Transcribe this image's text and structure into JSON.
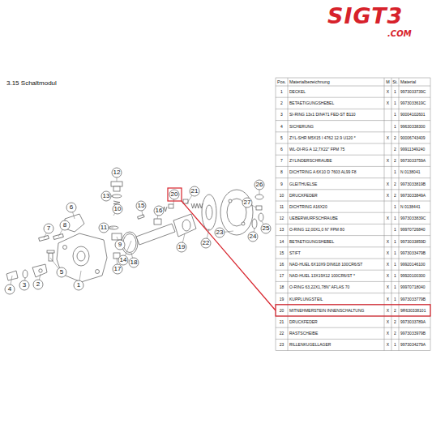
{
  "diagram": {
    "title": "3.15 Schaltmodul",
    "labels": [
      "SIGT3",
      ".COM",
      "1",
      "2",
      "3",
      "4",
      "5",
      "6",
      "7",
      "8",
      "9",
      "10",
      "11",
      "12",
      "13",
      "14",
      "15",
      "16",
      "17",
      "18",
      "19",
      "20",
      "21",
      "22",
      "23",
      "24",
      "25",
      "26",
      "27",
      "Pos.",
      "Materialbezeichnung",
      "M",
      "St.",
      "Material",
      "1",
      "DECKEL",
      "X",
      "1",
      "9973033739C",
      "2",
      "BETAETIGUNGSHEBEL",
      "X",
      "1",
      "9973033619C",
      "3",
      "SI-RING 13x1 DIN471 FED-ST B110",
      "1",
      "90004102601",
      "4",
      "SICHERUNG",
      "1",
      "99630338300",
      "5",
      "ZYL-SHR M5X15 I 4762 12.9 U120 *",
      "X",
      "2",
      "90006743409",
      "6",
      "WL-DI-RG A 12,7X22\" FPM 75",
      "2",
      "99911349240",
      "7",
      "ZYLINDERSCHRAUBE",
      "X",
      "2",
      "9973033759A",
      "8",
      "DICHTRING A 6X10 D 7603 AL99 F8",
      "1",
      "N 0138041",
      "9",
      "GLEITHUELSE",
      "X",
      "2",
      "9973033819B",
      "10",
      "DRUCKFEDER",
      "X",
      "2",
      "9973033849A",
      "11",
      "DICHTRING A16X20",
      "1",
      "N 0138441",
      "12",
      "UEBERWURFSCHRAUBE",
      "X",
      "1",
      "9973033839C",
      "13",
      "O-RING 12,00X1,0 N\" FPM 80",
      "1",
      "99970726840",
      "14",
      "BETAETIGUNGSHEBEL",
      "X",
      "1",
      "9973033859D",
      "15",
      "STIFT",
      "X",
      "1",
      "9973033479B",
      "16",
      "NAD-HUEL 6X10X9 DIN618 100CR6/ST",
      "X",
      "1",
      "99920146100",
      "17",
      "NAD-HUEL 13X19X12 100CR6/ST *",
      "X",
      "1",
      "99920100300",
      "18",
      "O-RING 63,22X1,78N\" AFLAS 70",
      "X",
      "1",
      "99970718040",
      "19",
      "KUPPLUNGSTEIL",
      "X",
      "1",
      "9973033779B",
      "20",
      "MITNEHMERSTEIN INNENSCHALTUNG",
      "X",
      "2",
      "9R630338101",
      "21",
      "DRUCKFEDER",
      "X",
      "2",
      "9973033789A",
      "22",
      "RASTSCHEIBE",
      "X",
      "2",
      "9973033979B",
      "23",
      "RILLENKUGELLAGER",
      "X",
      "1",
      "9973034279A"
    ]
  }
}
